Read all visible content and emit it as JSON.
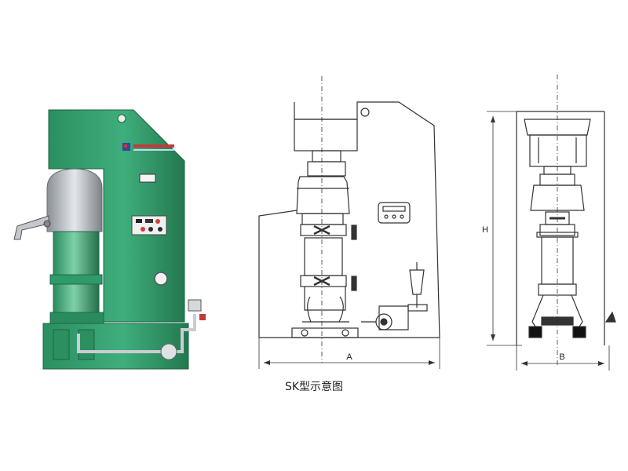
{
  "caption": "SK型示意图",
  "dimensions": {
    "width_label": "A",
    "depth_label": "B",
    "height_label": "H"
  },
  "colors": {
    "machine_green": "#2f9a6a",
    "machine_dark": "#237a53",
    "steel": "#b8bcc0",
    "line": "#333333"
  }
}
